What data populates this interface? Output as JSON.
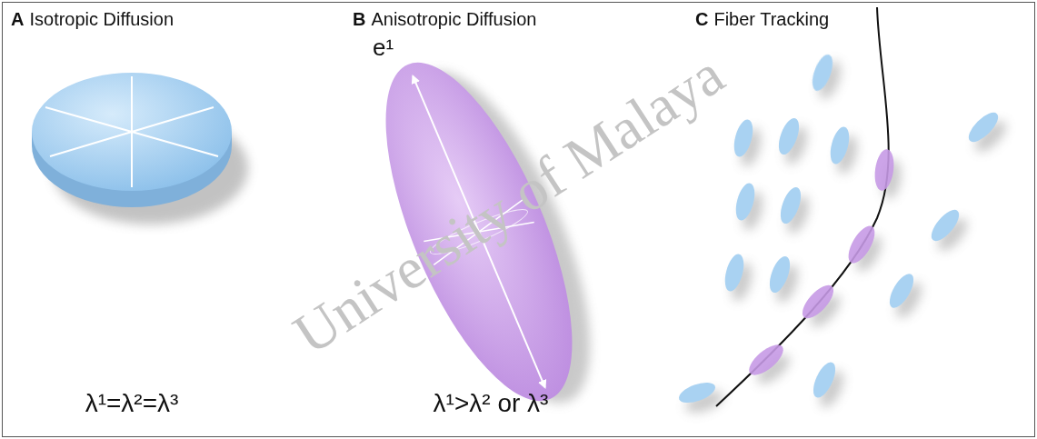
{
  "diagram": {
    "labels": [
      "A",
      "Isotropic Diffusion",
      "B",
      "Anisotropic Diffusion",
      "C",
      "Fiber Tracking",
      "e¹",
      "λ¹=λ²=λ³",
      "λ¹>λ² or λ³",
      "University of Malaya"
    ]
  }
}
